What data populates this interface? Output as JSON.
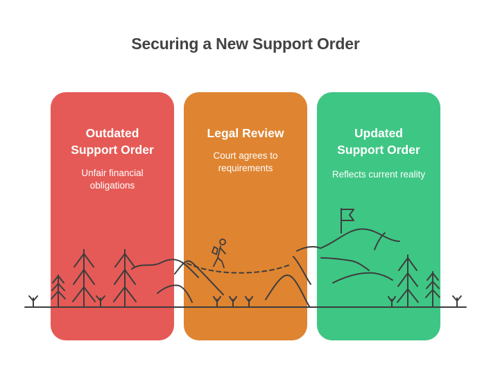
{
  "title": "Securing a New Support Order",
  "colors": {
    "panel_outdated": "#e55a56",
    "panel_review": "#df8431",
    "panel_updated": "#3ec684",
    "line_art": "#3d3d3d"
  },
  "stages": [
    {
      "heading_line1": "Outdated",
      "heading_line2": "Support Order",
      "text_line1": "Unfair financial",
      "text_line2": "obligations"
    },
    {
      "heading_line1": "Legal Review",
      "text_line1": "Court agrees to",
      "text_line2": "requirements"
    },
    {
      "heading_line1": "Updated",
      "heading_line2": "Support Order",
      "text_line1": "Reflects current reality"
    }
  ],
  "icons": [
    "pine-tree-icon",
    "hiker-icon",
    "flag-icon",
    "grass-tuft-icon",
    "mountain-icon"
  ]
}
